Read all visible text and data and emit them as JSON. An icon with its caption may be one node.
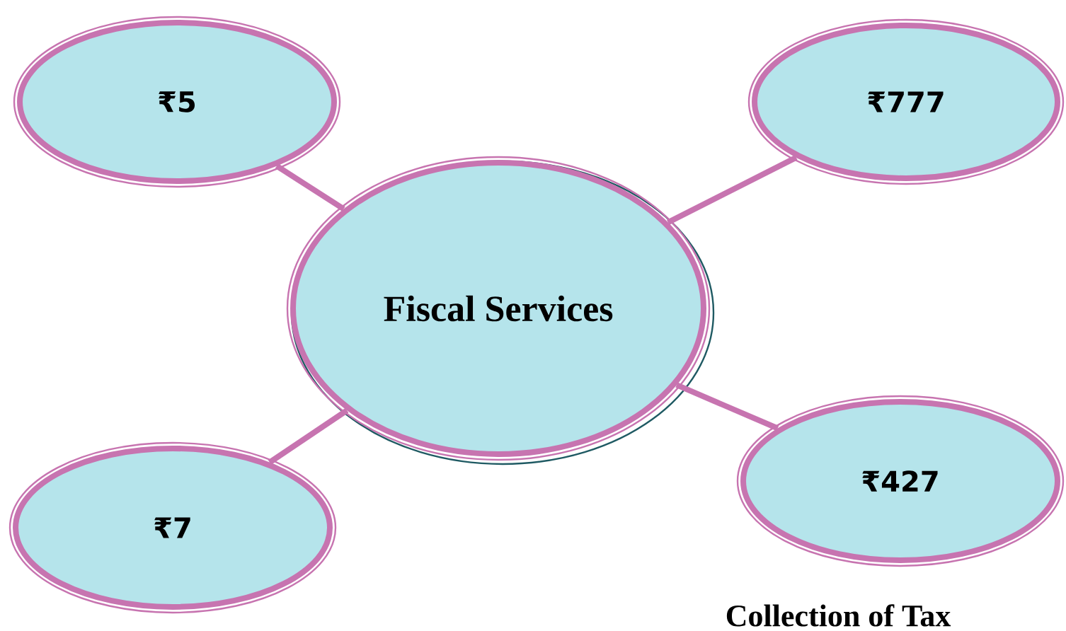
{
  "diagram": {
    "nodes": [
      {
        "text": [
          "Fiscal Services"
        ]
      },
      {
        "text": [
          "₹5"
        ]
      },
      {
        "text": [
          "₹777"
        ]
      },
      {
        "text": [
          "₹7"
        ]
      },
      {
        "text": [
          "₹427"
        ]
      }
    ],
    "edges": [
      {
        "from": 0,
        "to": 1,
        "arrow": "none"
      },
      {
        "from": 0,
        "to": 2,
        "arrow": "none"
      },
      {
        "from": 0,
        "to": 3,
        "arrow": "none"
      },
      {
        "from": 0,
        "to": 4,
        "arrow": "none"
      }
    ],
    "labels": [
      "Collection of Tax"
    ]
  }
}
